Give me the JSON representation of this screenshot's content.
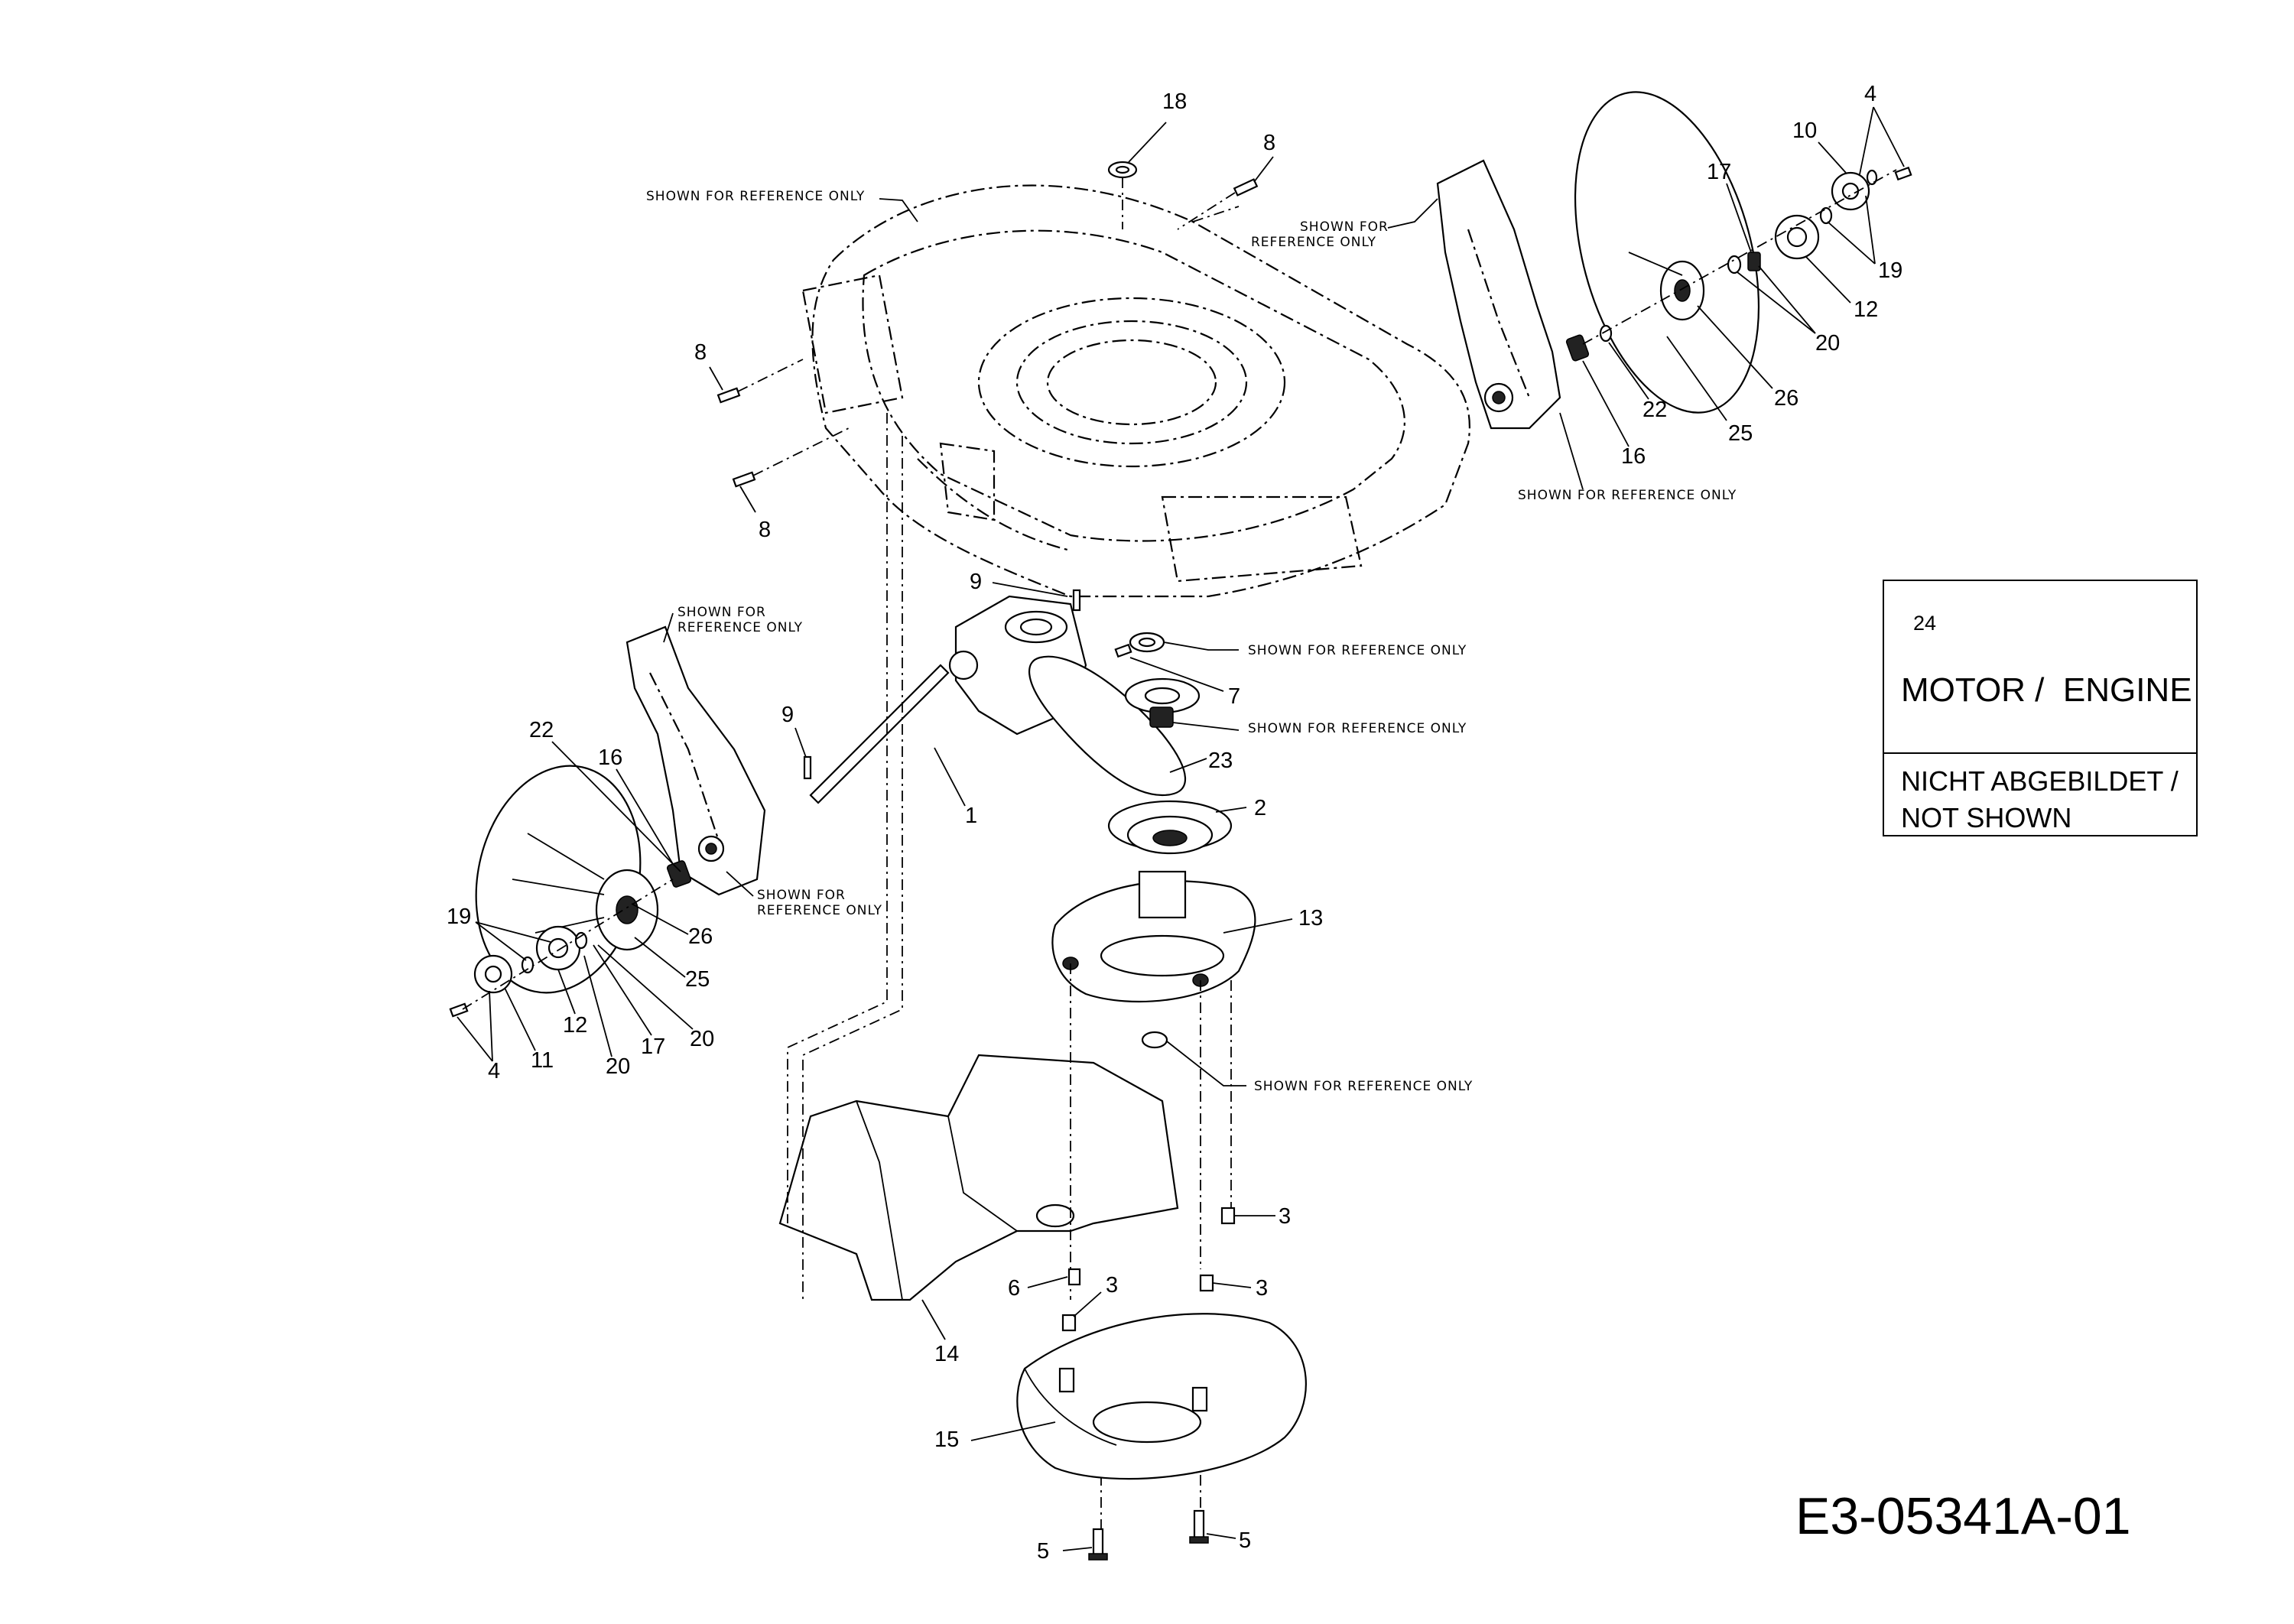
{
  "part_numbers": {
    "p1": "1",
    "p2": "2",
    "p3": "3",
    "p4": "4",
    "p5": "5",
    "p6": "6",
    "p7": "7",
    "p8": "8",
    "p9": "9",
    "p10": "10",
    "p11": "11",
    "p12": "12",
    "p13": "13",
    "p14": "14",
    "p15": "15",
    "p16": "16",
    "p17": "17",
    "p18": "18",
    "p19": "19",
    "p20": "20",
    "p22": "22",
    "p23": "23",
    "p25": "25",
    "p26": "26"
  },
  "reference_note": "SHOWN FOR REFERENCE ONLY",
  "reference_note_line1": "SHOWN FOR",
  "reference_note_line2": "REFERENCE ONLY",
  "legend": {
    "code": "24",
    "title": "MOTOR /  ENGINE",
    "note_line1": "NICHT ABGEBILDET /",
    "note_line2": "NOT SHOWN"
  },
  "drawing_id": "E3-05341A-01"
}
